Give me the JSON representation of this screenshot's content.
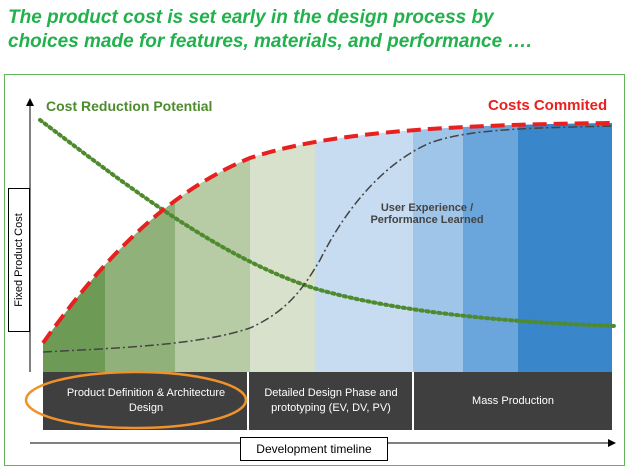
{
  "headline": {
    "line1": "The product cost is set early in the design process by",
    "line2": "choices made for features, materials, and performance …."
  },
  "labels": {
    "cost_reduction": "Cost Reduction Potential",
    "costs_commited": "Costs Commited",
    "ux_line1": "User Experience /",
    "ux_line2": "Performance Learned",
    "y_axis": "Fixed Product Cost",
    "x_axis": "Development  timeline"
  },
  "stages": {
    "product_definition": "Product Definition & Architecture Design",
    "detailed_design": "Detailed Design Phase and prototyping (EV, DV, PV)",
    "mass_production": "Mass Production"
  },
  "colors": {
    "headline": "#22b14c",
    "cost_reduction": "#4e8a2e",
    "costs_commited": "#e8201f",
    "ux_curve": "#444444",
    "highlight_ellipse": "#f0922b",
    "stage_bar": "#3f3f3f"
  }
}
